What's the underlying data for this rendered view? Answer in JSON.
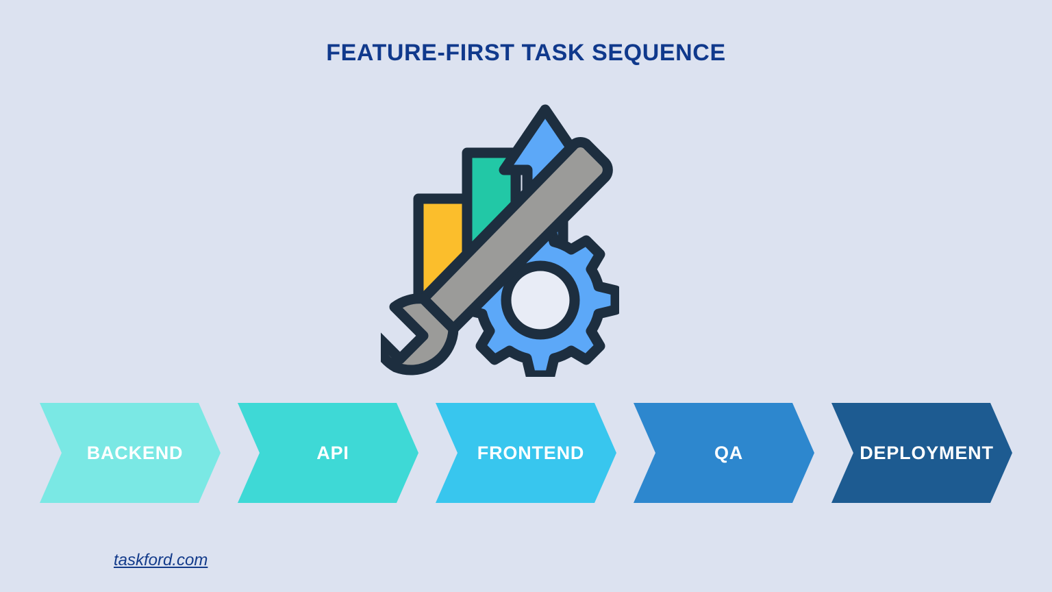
{
  "page": {
    "background_color": "#dce2f0",
    "title": "FEATURE-FIRST TASK SEQUENCE",
    "title_color": "#10398c"
  },
  "illustration": {
    "name": "bar-chart-arrow-gear-wrench-illustration",
    "description": "Bar chart with rising blue arrow, blue gear and gray wrench",
    "colors": {
      "outline": "#1d2e3f",
      "bar_yellow": "#fbbe2c",
      "bar_teal": "#22c8a6",
      "arrow_blue": "#5ca8f8",
      "gear_blue": "#5ca8f8",
      "wrench_gray": "#9b9b99"
    },
    "parts": [
      {
        "name": "yellow-bar",
        "color": "#fbbe2c"
      },
      {
        "name": "teal-bar",
        "color": "#22c8a6"
      },
      {
        "name": "up-arrow",
        "color": "#5ca8f8"
      },
      {
        "name": "gear",
        "color": "#5ca8f8"
      },
      {
        "name": "wrench",
        "color": "#9b9b99"
      }
    ]
  },
  "sequence": {
    "steps": [
      {
        "label": "BACKEND",
        "color": "#7ae8e4",
        "text_color": "#ffffff"
      },
      {
        "label": "API",
        "color": "#3ed9d6",
        "text_color": "#ffffff"
      },
      {
        "label": "FRONTEND",
        "color": "#38c6ee",
        "text_color": "#ffffff"
      },
      {
        "label": "QA",
        "color": "#2d87ce",
        "text_color": "#ffffff"
      },
      {
        "label": "DEPLOYMENT",
        "color": "#1d5b91",
        "text_color": "#ffffff"
      }
    ]
  },
  "footer": {
    "link_text": "taskford.com",
    "link_color": "#123a8a"
  }
}
